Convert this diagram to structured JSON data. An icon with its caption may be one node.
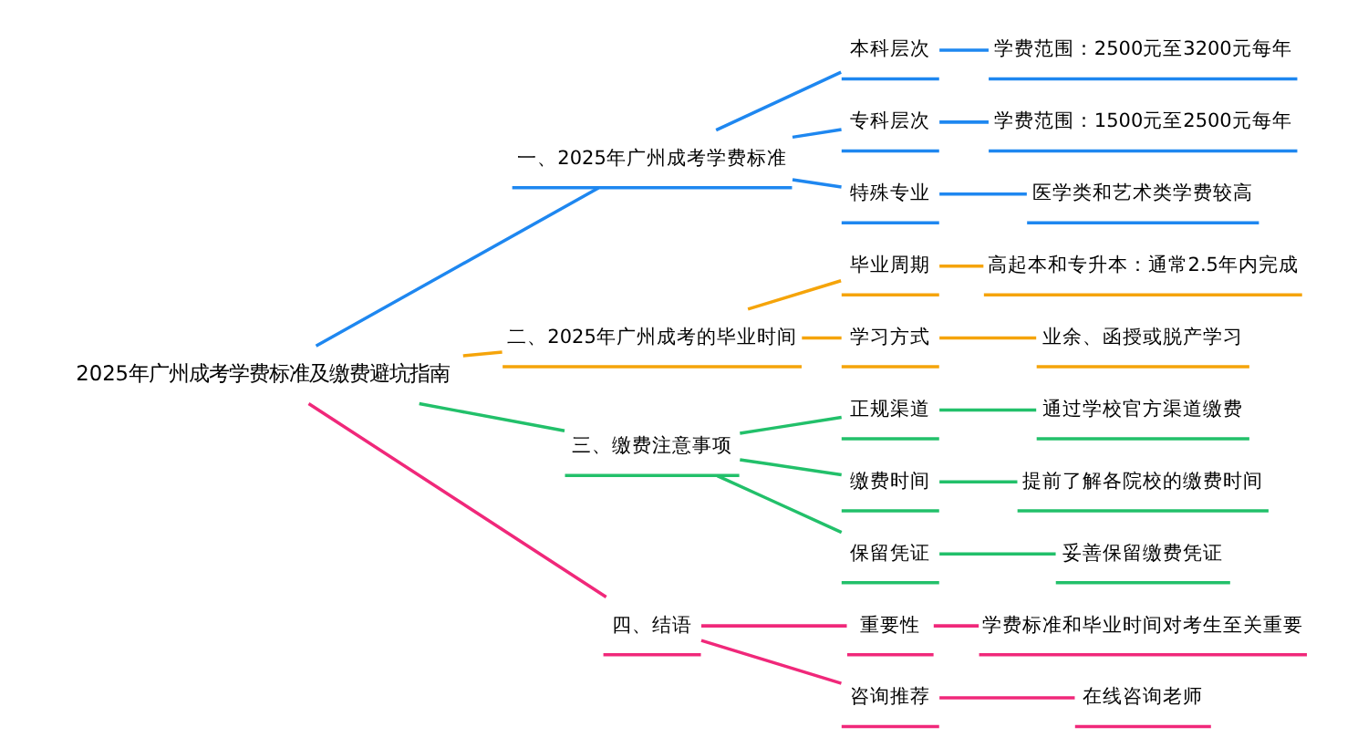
{
  "diagram": {
    "nodes": [
      {
        "text": [
          "2025年广州成考学费标准及缴费避坑指南"
        ]
      },
      {
        "text": [
          "一、2025年广州成考学费标准"
        ]
      },
      {
        "text": [
          "本科层次"
        ]
      },
      {
        "text": [
          "学费范围：2500元至3200元每年"
        ]
      },
      {
        "text": [
          "专科层次"
        ]
      },
      {
        "text": [
          "学费范围：1500元至2500元每年"
        ]
      },
      {
        "text": [
          "特殊专业"
        ]
      },
      {
        "text": [
          "医学类和艺术类学费较高"
        ]
      },
      {
        "text": [
          "二、2025年广州成考的毕业时间"
        ]
      },
      {
        "text": [
          "毕业周期"
        ]
      },
      {
        "text": [
          "高起本和专升本：通常2.5年内完成"
        ]
      },
      {
        "text": [
          "学习方式"
        ]
      },
      {
        "text": [
          "业余、函授或脱产学习"
        ]
      },
      {
        "text": [
          "三、缴费注意事项"
        ]
      },
      {
        "text": [
          "正规渠道"
        ]
      },
      {
        "text": [
          "通过学校官方渠道缴费"
        ]
      },
      {
        "text": [
          "缴费时间"
        ]
      },
      {
        "text": [
          "提前了解各院校的缴费时间"
        ]
      },
      {
        "text": [
          "保留凭证"
        ]
      },
      {
        "text": [
          "妥善保留缴费凭证"
        ]
      },
      {
        "text": [
          "四、结语"
        ]
      },
      {
        "text": [
          "重要性"
        ]
      },
      {
        "text": [
          "学费标准和毕业时间对考生至关重要"
        ]
      },
      {
        "text": [
          "咨询推荐"
        ]
      },
      {
        "text": [
          "在线咨询老师"
        ]
      }
    ],
    "edges": [
      {
        "from": 0,
        "to": 1,
        "arrow": "none",
        "color": "#1e87f0"
      },
      {
        "from": 1,
        "to": 2,
        "arrow": "none",
        "color": "#1e87f0"
      },
      {
        "from": 2,
        "to": 3,
        "arrow": "none",
        "color": "#1e87f0"
      },
      {
        "from": 1,
        "to": 4,
        "arrow": "none",
        "color": "#1e87f0"
      },
      {
        "from": 4,
        "to": 5,
        "arrow": "none",
        "color": "#1e87f0"
      },
      {
        "from": 1,
        "to": 6,
        "arrow": "none",
        "color": "#1e87f0"
      },
      {
        "from": 6,
        "to": 7,
        "arrow": "none",
        "color": "#1e87f0"
      },
      {
        "from": 0,
        "to": 8,
        "arrow": "none",
        "color": "#f5a40a"
      },
      {
        "from": 8,
        "to": 9,
        "arrow": "none",
        "color": "#f5a40a"
      },
      {
        "from": 9,
        "to": 10,
        "arrow": "none",
        "color": "#f5a40a"
      },
      {
        "from": 8,
        "to": 11,
        "arrow": "none",
        "color": "#f5a40a"
      },
      {
        "from": 11,
        "to": 12,
        "arrow": "none",
        "color": "#f5a40a"
      },
      {
        "from": 0,
        "to": 13,
        "arrow": "none",
        "color": "#22c06a"
      },
      {
        "from": 13,
        "to": 14,
        "arrow": "none",
        "color": "#22c06a"
      },
      {
        "from": 14,
        "to": 15,
        "arrow": "none",
        "color": "#22c06a"
      },
      {
        "from": 13,
        "to": 16,
        "arrow": "none",
        "color": "#22c06a"
      },
      {
        "from": 16,
        "to": 17,
        "arrow": "none",
        "color": "#22c06a"
      },
      {
        "from": 13,
        "to": 18,
        "arrow": "none",
        "color": "#22c06a"
      },
      {
        "from": 18,
        "to": 19,
        "arrow": "none",
        "color": "#22c06a"
      },
      {
        "from": 0,
        "to": 20,
        "arrow": "none",
        "color": "#f0287a"
      },
      {
        "from": 20,
        "to": 21,
        "arrow": "none",
        "color": "#f0287a"
      },
      {
        "from": 21,
        "to": 22,
        "arrow": "none",
        "color": "#f0287a"
      },
      {
        "from": 20,
        "to": 23,
        "arrow": "none",
        "color": "#f0287a"
      },
      {
        "from": 23,
        "to": 24,
        "arrow": "none",
        "color": "#f0287a"
      }
    ]
  }
}
